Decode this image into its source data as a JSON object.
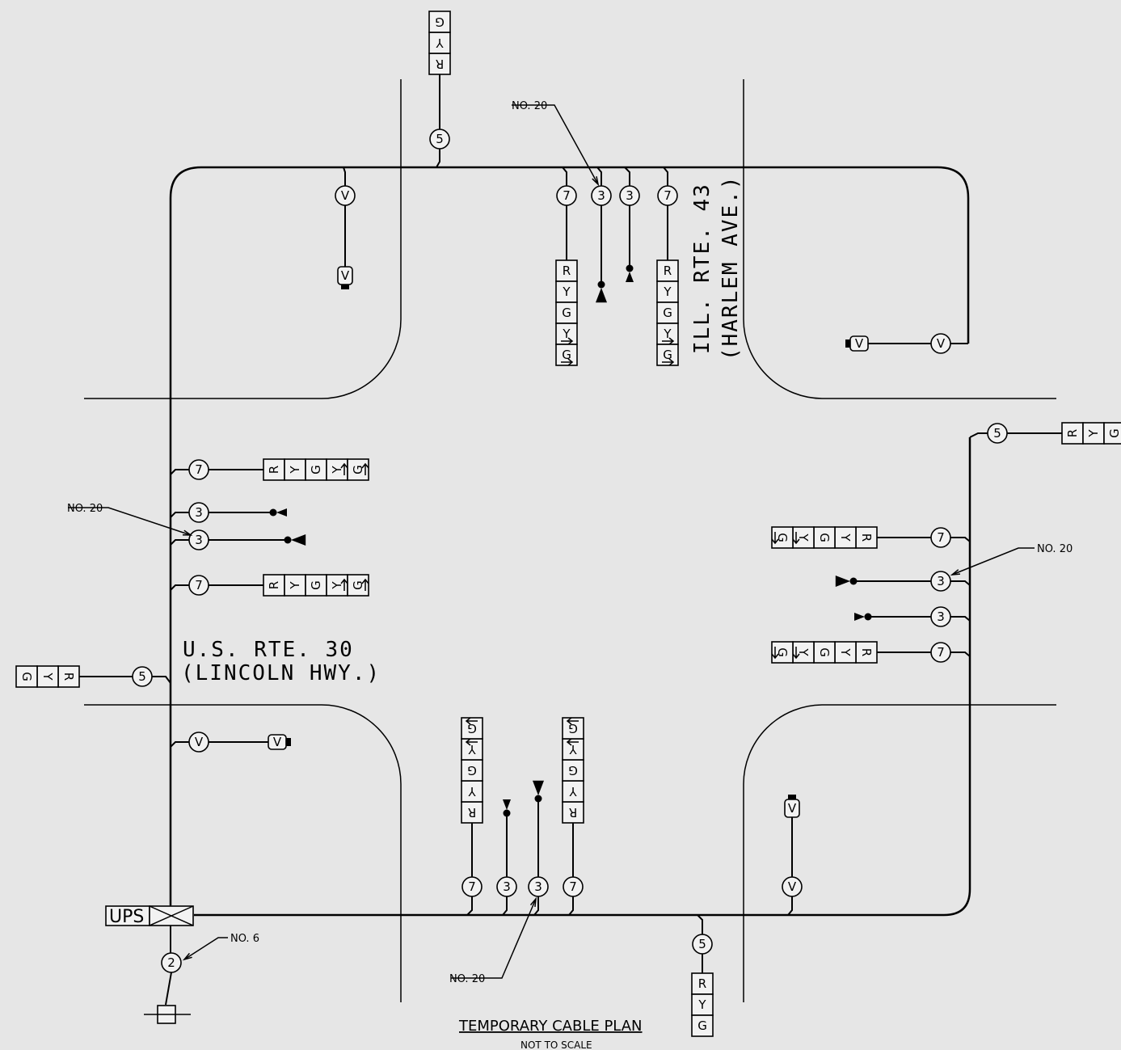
{
  "title": "TEMPORARY CABLE PLAN",
  "subtitle": "NOT TO SCALE",
  "roads": {
    "north_south": {
      "line1": "ILL. RTE. 43",
      "line2": "(HARLEM AVE.)"
    },
    "east_west": {
      "line1": "U.S. RTE. 30",
      "line2": "(LINCOLN HWY.)"
    }
  },
  "cabinet_label": "UPS",
  "cable_labels": {
    "c7": "7",
    "c5": "5",
    "c3": "3",
    "c2": "2",
    "vid": "V"
  },
  "callouts": {
    "no20": "NO. 20",
    "no6": "NO. 6"
  },
  "heads": {
    "five_section": [
      "R",
      "Y",
      "G",
      "Y",
      "G"
    ],
    "three_section": [
      "R",
      "Y",
      "G"
    ]
  },
  "colors": {
    "background": "#e6e6e6",
    "ink": "#000000",
    "fill": "#f2f2f2"
  }
}
